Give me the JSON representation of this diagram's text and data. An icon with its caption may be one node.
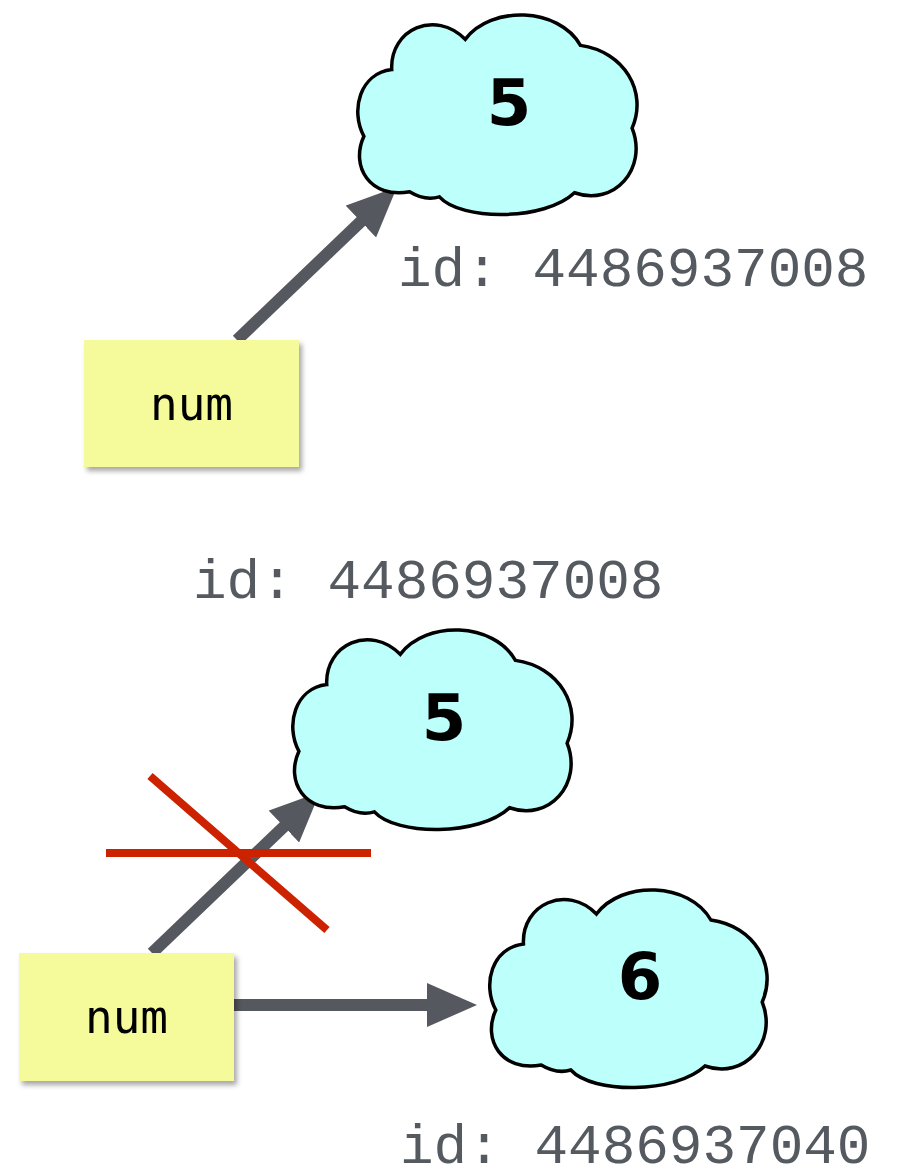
{
  "diagram": {
    "nodes": [
      {
        "text": [
          "5"
        ],
        "beside": [
          "id: 4486937008"
        ]
      },
      {
        "text": [
          "num"
        ]
      },
      {
        "text": [
          "5"
        ],
        "beside": [
          "id: 4486937008"
        ]
      },
      {
        "text": [
          "num"
        ]
      },
      {
        "text": [
          "6"
        ],
        "beside": [
          "id: 4486937040"
        ]
      }
    ],
    "edges": [
      {
        "from": 1,
        "to": 0,
        "arrow": "to"
      },
      {
        "from": 3,
        "to": 2,
        "arrow": "to"
      },
      {
        "from": 3,
        "to": 4,
        "arrow": "to"
      }
    ]
  }
}
